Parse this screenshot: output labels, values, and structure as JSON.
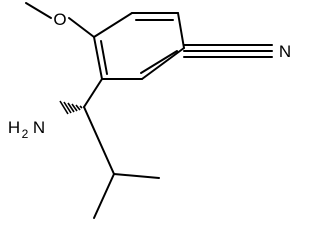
{
  "molecule": {
    "atoms": {
      "oxygen": "O",
      "nitrile_nitrogen": "N",
      "amine_h": "H",
      "amine_sub": "2",
      "amine_n": "N"
    },
    "colors": {
      "bond": "#000000",
      "background": "#ffffff"
    }
  }
}
